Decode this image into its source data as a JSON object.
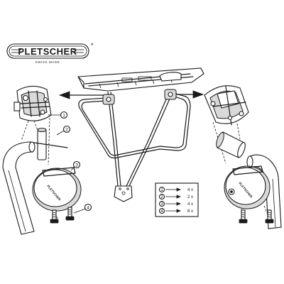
{
  "brand": {
    "name": "PLETSCHER",
    "tagline": "SWISS MADE",
    "registered": "®"
  },
  "clamp_label": "PLETSCHER",
  "callouts": [
    "1",
    "2",
    "3",
    "4"
  ],
  "legend": {
    "rows": [
      {
        "num": "1",
        "qty": "4 x"
      },
      {
        "num": "2",
        "qty": "2 x"
      },
      {
        "num": "3",
        "qty": "4 x"
      },
      {
        "num": "4",
        "qty": "8 x"
      }
    ]
  },
  "colors": {
    "line": "#1a1a1a",
    "background": "#ffffff",
    "shade": "#d9d9d9"
  }
}
